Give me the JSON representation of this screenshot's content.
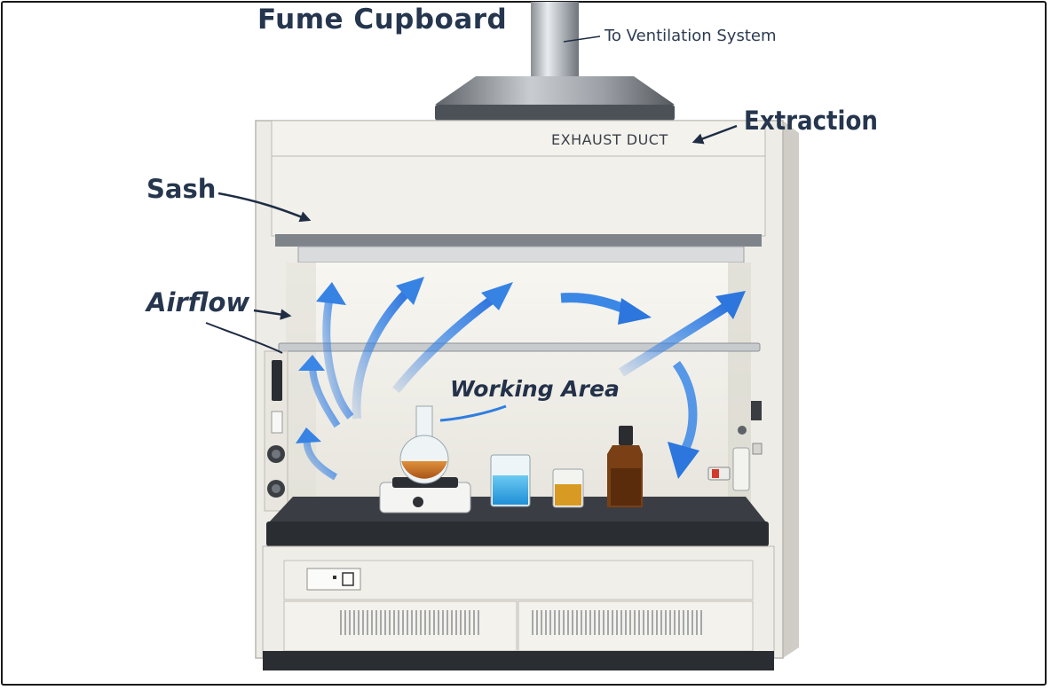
{
  "title": "Fume Cupboard",
  "labels": {
    "ventilation": "To Ventilation System",
    "extraction": "Extraction",
    "exhaust_duct": "EXHAUST DUCT",
    "sash": "Sash",
    "airflow": "Airflow",
    "working_area": "Working Area"
  },
  "colors": {
    "label_text": "#25364e",
    "cabinet": "#eceae4",
    "worktop": "#2b2e33",
    "airflow_arrow": "#2f7de0",
    "blue_liquid": "#37a7e8",
    "amber_liquid": "#c46a1e"
  }
}
